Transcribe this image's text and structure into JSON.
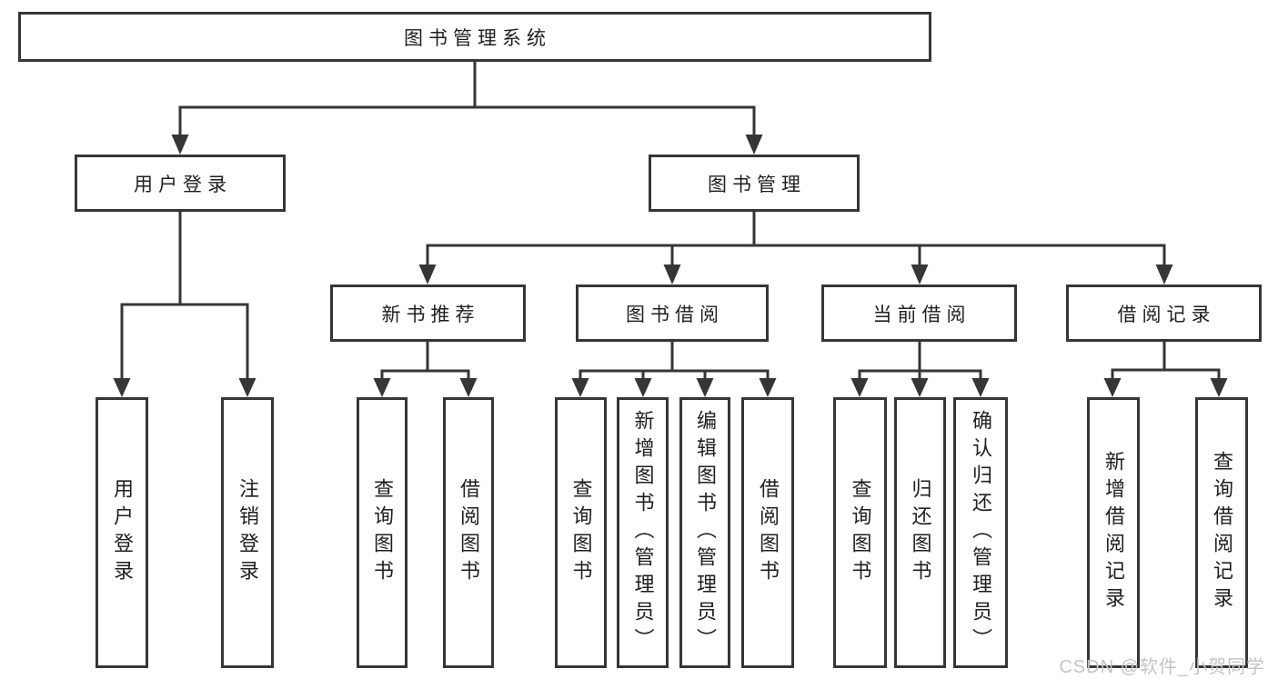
{
  "diagram": {
    "title": "图书管理系统",
    "nodes": {
      "root": "图书管理系统",
      "branches": [
        {
          "label": "用户登录",
          "children": [
            "用户登录",
            "注销登录"
          ]
        },
        {
          "label": "图书管理",
          "sections": [
            {
              "label": "新书推荐",
              "children": [
                "查询图书",
                "借阅图书"
              ]
            },
            {
              "label": "图书借阅",
              "children": [
                "查询图书",
                "新增图书（管理员）",
                "编辑图书（管理员）",
                "借阅图书"
              ]
            },
            {
              "label": "当前借阅",
              "children": [
                "查询图书",
                "归还图书",
                "确认归还（管理员）"
              ]
            },
            {
              "label": "借阅记录",
              "children": [
                "新增借阅记录",
                "查询借阅记录"
              ]
            }
          ]
        }
      ]
    },
    "colors": {
      "line": "#363636",
      "box_border": "#363636",
      "text": "#1f1f1f",
      "background": "#ffffff",
      "watermark": "#c4c4c4"
    }
  },
  "watermark": {
    "text": "CSDN @软件_小贺同学"
  }
}
